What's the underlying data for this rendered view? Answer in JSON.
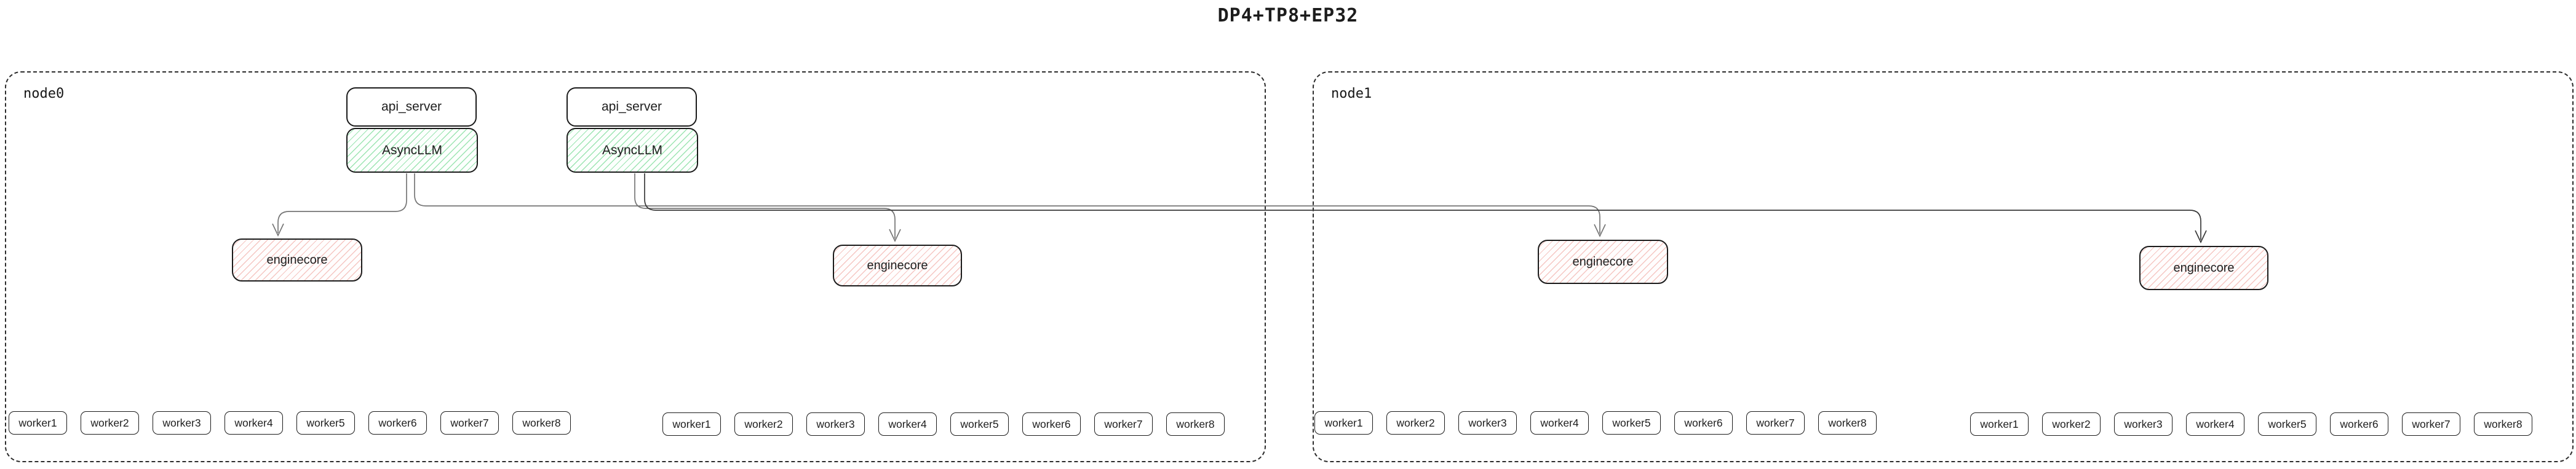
{
  "title": "DP4+TP8+EP32",
  "colors": {
    "box_border": "#1b1b1b",
    "async_llm_hatch_green": "#8ce0a5",
    "enginecore_hatch_red": "#f3b9b4",
    "edge_gray": "#757575",
    "edge_dark": "#383838",
    "node_dash_border": "#2c2c2c"
  },
  "nodes": [
    {
      "label": "node0"
    },
    {
      "label": "node1"
    }
  ],
  "frontends": [
    {
      "api_server": "api_server",
      "async_llm": "AsyncLLM"
    },
    {
      "api_server": "api_server",
      "async_llm": "AsyncLLM"
    }
  ],
  "enginecores": [
    {
      "label": "enginecore"
    },
    {
      "label": "enginecore"
    },
    {
      "label": "enginecore"
    },
    {
      "label": "enginecore"
    }
  ],
  "worker_groups": [
    {
      "workers": [
        "worker1",
        "worker2",
        "worker3",
        "worker4",
        "worker5",
        "worker6",
        "worker7",
        "worker8"
      ]
    },
    {
      "workers": [
        "worker1",
        "worker2",
        "worker3",
        "worker4",
        "worker5",
        "worker6",
        "worker7",
        "worker8"
      ]
    },
    {
      "workers": [
        "worker1",
        "worker2",
        "worker3",
        "worker4",
        "worker5",
        "worker6",
        "worker7",
        "worker8"
      ]
    },
    {
      "workers": [
        "worker1",
        "worker2",
        "worker3",
        "worker4",
        "worker5",
        "worker6",
        "worker7",
        "worker8"
      ]
    }
  ]
}
